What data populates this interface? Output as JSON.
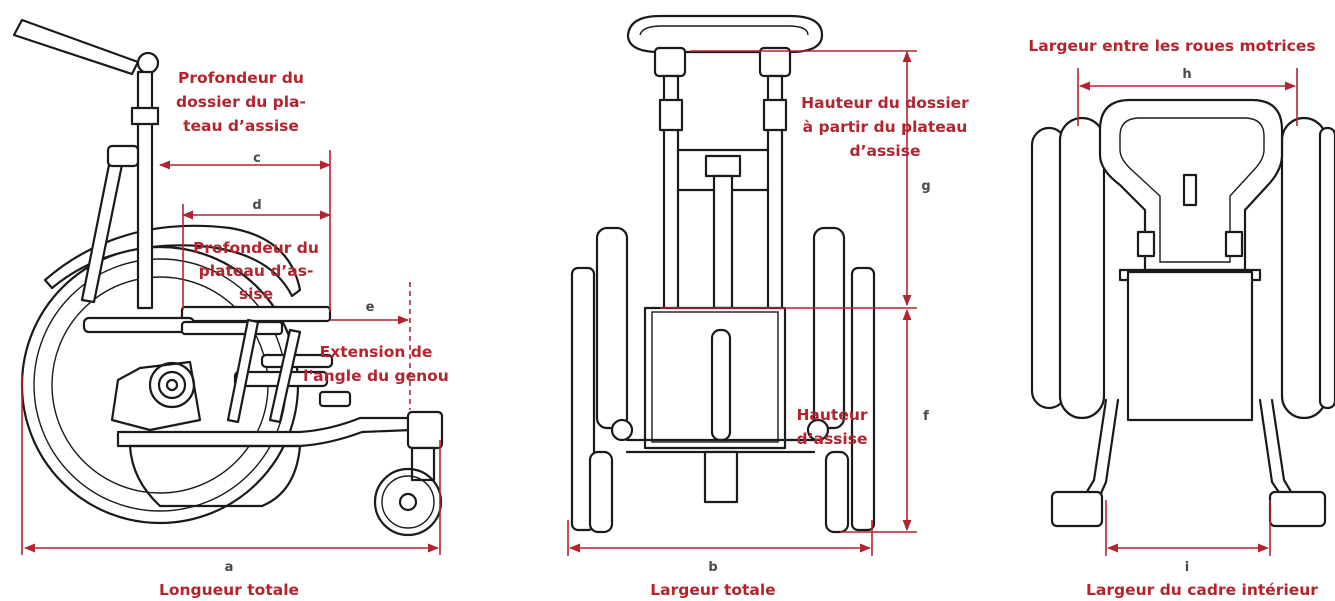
{
  "views": {
    "side": {
      "labels": {
        "seat_back_depth": [
          "Profondeur du",
          "dossier du pla-",
          "teau d’assise"
        ],
        "seat_depth": [
          "Profondeur du",
          "plateau d’as-",
          "sise"
        ],
        "knee_angle": [
          "Extension de",
          "l'angle du genou"
        ],
        "total_length": "Longueur totale"
      },
      "letters": {
        "a": "a",
        "c": "c",
        "d": "d",
        "e": "e"
      }
    },
    "front": {
      "labels": {
        "back_height": [
          "Hauteur du dossier",
          "à partir du plateau",
          "d’assise"
        ],
        "seat_height": [
          "Hauteur",
          "d’assise"
        ],
        "total_width": "Largeur totale"
      },
      "letters": {
        "b": "b",
        "f": "f",
        "g": "g"
      }
    },
    "top": {
      "labels": {
        "drive_wheels_width": "Largeur entre les roues motrices",
        "inner_frame_width": "Largeur du cadre intérieur"
      },
      "letters": {
        "h": "h",
        "i": "i"
      }
    }
  },
  "colors": {
    "accent": "#b3242f",
    "ink": "#1a1a1a",
    "letter": "#4a4a4a"
  }
}
